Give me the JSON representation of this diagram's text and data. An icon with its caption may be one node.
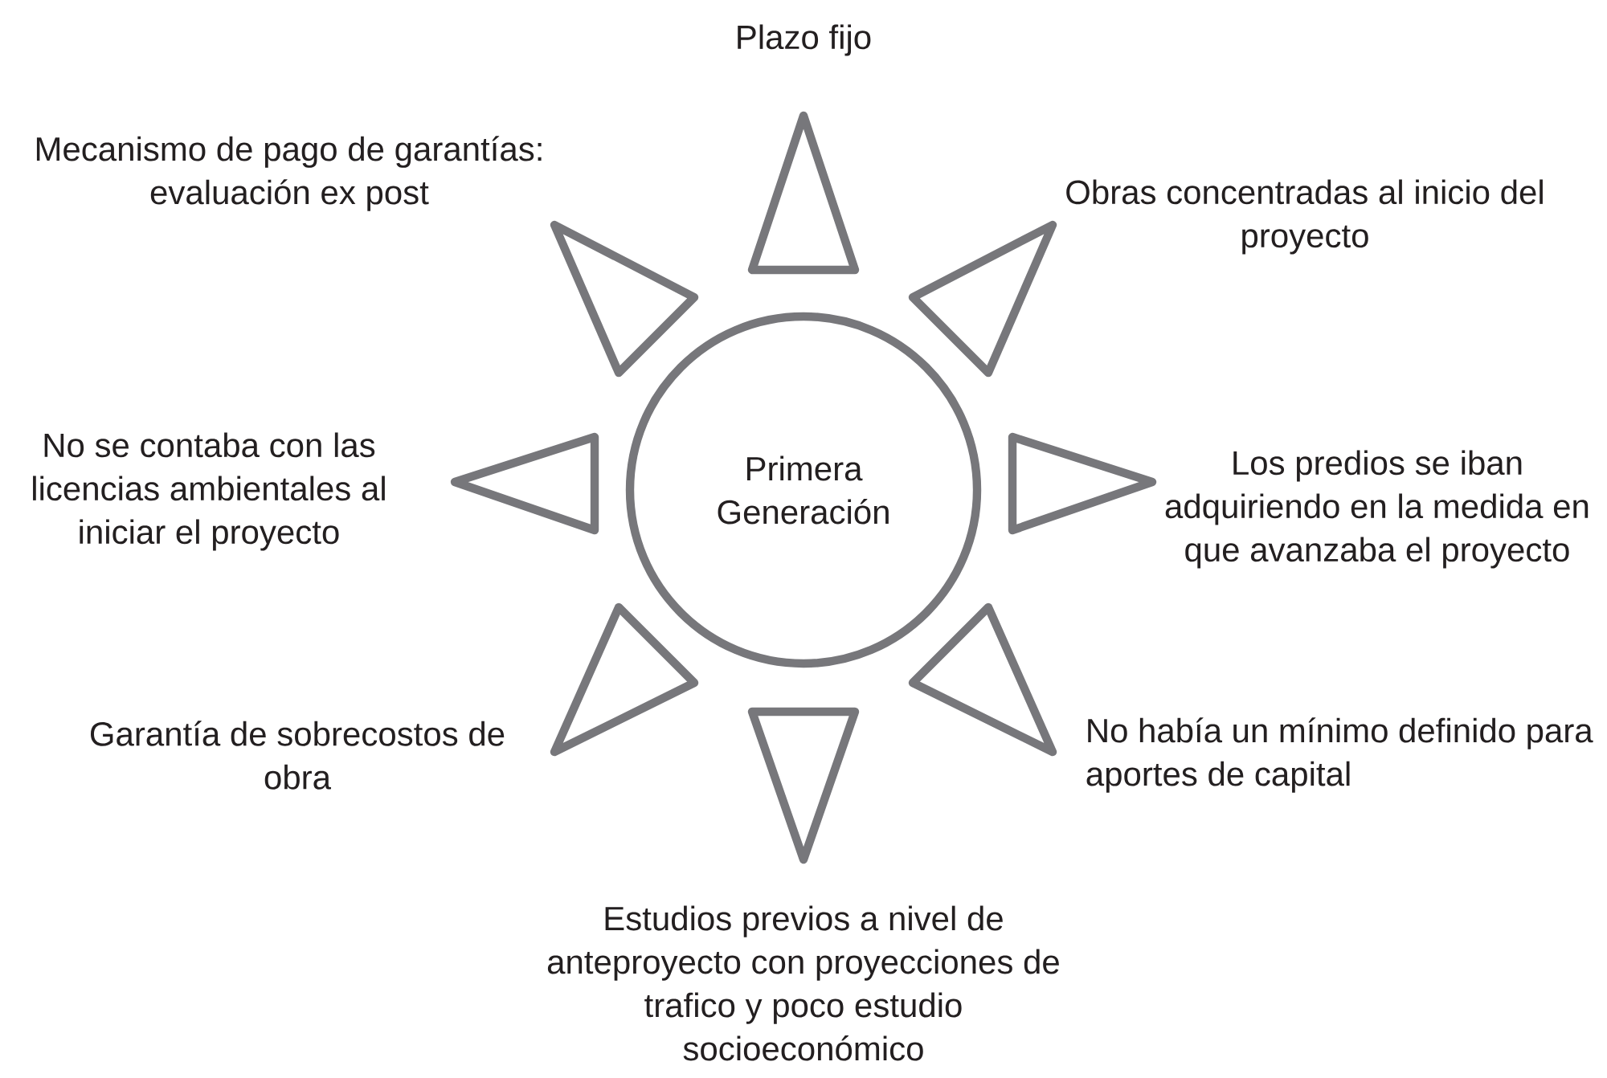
{
  "diagram": {
    "nodes": [
      {
        "text": [
          "Primera Generación"
        ]
      },
      {
        "text": [],
        "shape": "triangle",
        "beside": [
          "Plazo fijo"
        ]
      },
      {
        "text": [],
        "shape": "triangle",
        "beside": [
          "Mecanismo de pago de garantías: evaluación ex post"
        ]
      },
      {
        "text": [],
        "shape": "triangle",
        "beside": [
          "Obras concentradas al inicio del proyecto"
        ]
      },
      {
        "text": [],
        "shape": "triangle",
        "beside": [
          "No se contaba con las licencias ambientales al iniciar el proyecto"
        ]
      },
      {
        "text": [],
        "shape": "triangle",
        "beside": [
          "Los predios se iban adquiriendo en la medida en que avanzaba el proyecto"
        ]
      },
      {
        "text": [],
        "shape": "triangle",
        "beside": [
          "Garantía de sobrecostos de obra"
        ]
      },
      {
        "text": [],
        "shape": "triangle",
        "beside": [
          "No había un mínimo definido para aportes de capital"
        ]
      },
      {
        "text": [],
        "shape": "triangle",
        "beside": [
          "Estudios previos a nivel de anteproyecto con proyecciones de trafico y poco estudio socioeconómico"
        ]
      }
    ]
  }
}
